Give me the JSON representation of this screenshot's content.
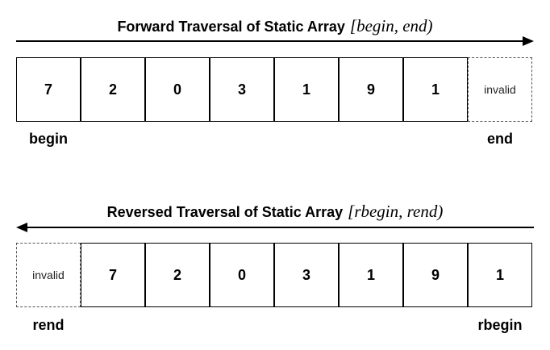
{
  "forward": {
    "title": "Forward Traversal of Static Array",
    "math": "[begin, end)",
    "cells": [
      "7",
      "2",
      "0",
      "3",
      "1",
      "9",
      "1"
    ],
    "invalid_label": "invalid",
    "begin_label": "begin",
    "end_label": "end"
  },
  "reverse": {
    "title": "Reversed Traversal of Static Array",
    "math": "[rbegin, rend)",
    "cells": [
      "7",
      "2",
      "0",
      "3",
      "1",
      "9",
      "1"
    ],
    "invalid_label": "invalid",
    "rend_label": "rend",
    "rbegin_label": "rbegin"
  }
}
